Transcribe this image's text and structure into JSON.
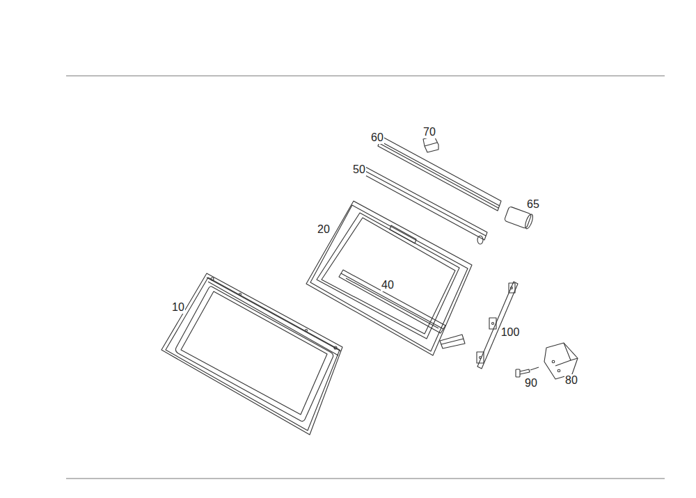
{
  "diagram": {
    "labels": [
      "70",
      "60",
      "50",
      "65",
      "20",
      "40",
      "10",
      "100",
      "90",
      "80"
    ]
  }
}
